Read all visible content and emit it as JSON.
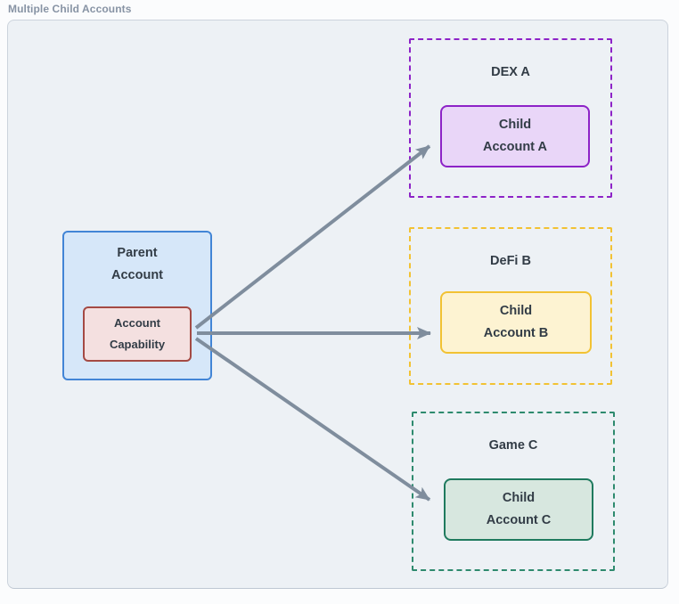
{
  "page": {
    "title": "Multiple Child Accounts"
  },
  "colors": {
    "title_color": "#8793a4",
    "container_bg": "#edf1f5",
    "container_border": "#ccd3dc",
    "text_color": "#323c46",
    "arrow_color": "#7f8d9d",
    "parent_fill": "#d6e7f9",
    "parent_border": "#4285d6",
    "capability_fill": "#f4e0e0",
    "capability_border": "#a44a44",
    "dex_border": "#8d23c7",
    "child_a_fill": "#e9d6f8",
    "child_a_border": "#8d23c7",
    "defi_border": "#f2c233",
    "child_b_fill": "#fdf3d2",
    "child_b_border": "#f2c233",
    "game_border": "#2e8a6e",
    "child_c_fill": "#d7e7df",
    "child_c_border": "#1f7a5e"
  },
  "diagram": {
    "parent": {
      "label": "Parent\nAccount",
      "capability_label": "Account\nCapability"
    },
    "environments": [
      {
        "name": "DEX A",
        "child_label": "Child\nAccount A"
      },
      {
        "name": "DeFi B",
        "child_label": "Child\nAccount B"
      },
      {
        "name": "Game C",
        "child_label": "Child\nAccount C"
      }
    ]
  }
}
